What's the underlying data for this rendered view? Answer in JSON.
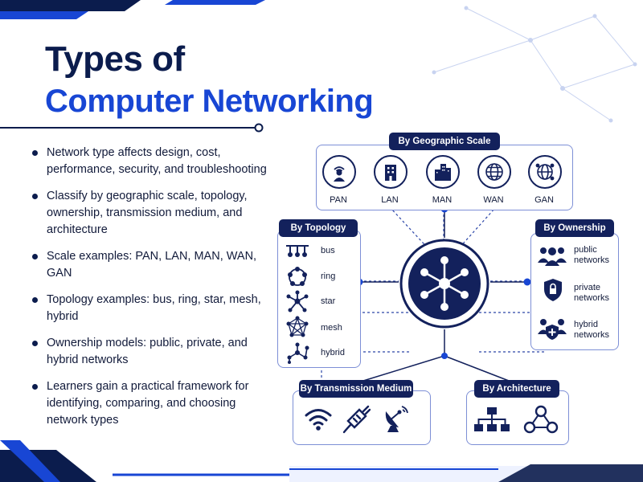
{
  "title": {
    "line1": "Types of",
    "line2": "Computer Networking"
  },
  "bullets": [
    "Network type affects design, cost, performance, security, and troubleshooting",
    "Classify by geographic scale, topology, ownership, transmission medium, and architecture",
    "Scale examples: PAN, LAN, MAN, WAN, GAN",
    "Topology examples: bus, ring, star, mesh, hybrid",
    "Ownership models: public, private, and hybrid networks",
    "Learners gain a practical framework for identifying, comparing, and choosing network types"
  ],
  "geographic": {
    "title": "By Geographic Scale",
    "items": [
      "PAN",
      "LAN",
      "MAN",
      "WAN",
      "GAN"
    ]
  },
  "topology": {
    "title": "By Topology",
    "items": [
      "bus",
      "ring",
      "star",
      "mesh",
      "hybrid"
    ]
  },
  "ownership": {
    "title": "By Ownership",
    "items": [
      "public networks",
      "private networks",
      "hybrid networks"
    ]
  },
  "transmission": {
    "title": "By Transmission Medium"
  },
  "architecture": {
    "title": "By Architecture"
  },
  "colors": {
    "navy": "#13215c",
    "accent": "#1846d4",
    "border": "#7d8fd6"
  },
  "icons": {
    "geographic": [
      "person-wifi-icon",
      "building-icon",
      "city-icon",
      "globe-icon",
      "global-network-icon"
    ],
    "topology": [
      "bus-topology-icon",
      "ring-topology-icon",
      "star-topology-icon",
      "mesh-topology-icon",
      "hybrid-topology-icon"
    ],
    "ownership": [
      "people-group-icon",
      "shield-lock-icon",
      "people-shield-icon"
    ],
    "transmission": [
      "wifi-icon",
      "cable-connector-icon",
      "satellite-dish-icon"
    ],
    "architecture": [
      "hierarchy-icon",
      "peer-to-peer-icon"
    ],
    "center": "network-hub-icon"
  }
}
